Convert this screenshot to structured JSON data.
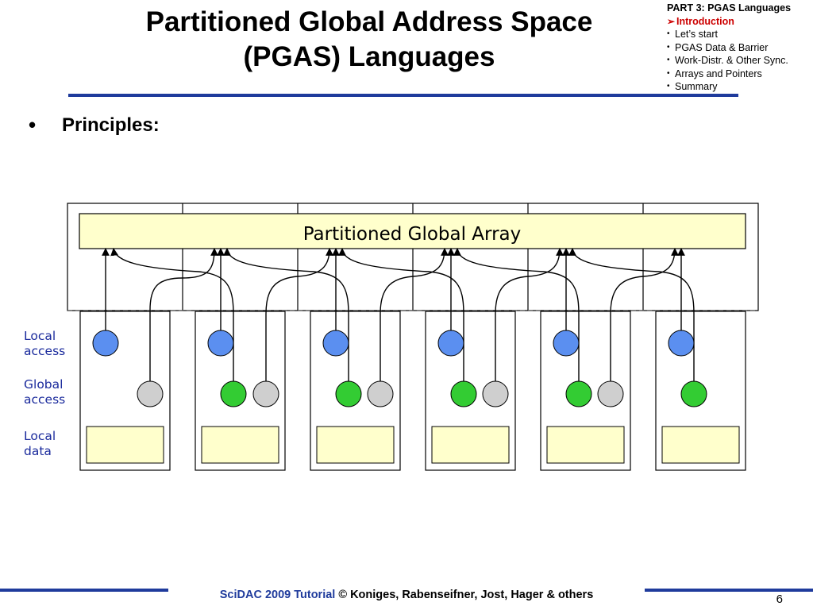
{
  "slide": {
    "title_line1": "Partitioned Global Address Space",
    "title_line2": "(PGAS) Languages",
    "bullet": "Principles:",
    "page_number": "6"
  },
  "nav": {
    "part": "PART 3: PGAS Languages",
    "items": [
      {
        "label": "Introduction",
        "active": true
      },
      {
        "label": "Let’s start",
        "active": false
      },
      {
        "label": "PGAS Data & Barrier",
        "active": false
      },
      {
        "label": "Work-Distr. & Other Sync.",
        "active": false
      },
      {
        "label": "Arrays and Pointers",
        "active": false
      },
      {
        "label": "Summary",
        "active": false
      }
    ]
  },
  "diagram": {
    "array_label": "Partitioned Global Array",
    "labels": {
      "local_access_1": "Local",
      "local_access_2": "access",
      "global_access_1": "Global",
      "global_access_2": "access",
      "local_data_1": "Local",
      "local_data_2": "data"
    },
    "colors": {
      "local_access": "#5b8ff0",
      "global_access_active": "#33cc33",
      "global_access_idle": "#cfcfcf",
      "array_fill": "#ffffcc"
    }
  },
  "footer": {
    "brand": "SciDAC 2009 Tutorial",
    "credits": " © Koniges, Rabenseifner, Jost, Hager & others"
  }
}
